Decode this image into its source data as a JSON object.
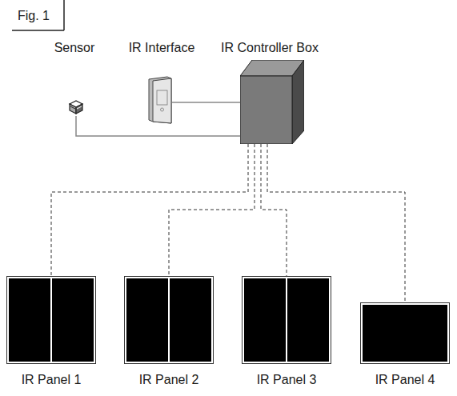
{
  "diagram": {
    "nodes": [
      {
        "text": [
          "Sensor"
        ]
      },
      {
        "text": [
          "IR Interface"
        ]
      },
      {
        "text": [
          "IR Controller Box"
        ]
      },
      {
        "text": [
          "IR Panel 1"
        ]
      },
      {
        "text": [
          "IR Panel 2"
        ]
      },
      {
        "text": [
          "IR Panel 3"
        ]
      },
      {
        "text": [
          "IR Panel 4"
        ]
      }
    ],
    "edges": [
      {
        "from": 0,
        "to": 2,
        "arrow": "none"
      },
      {
        "from": 1,
        "to": 2,
        "arrow": "none"
      },
      {
        "from": 2,
        "to": 3,
        "arrow": "none"
      },
      {
        "from": 2,
        "to": 4,
        "arrow": "none"
      },
      {
        "from": 2,
        "to": 5,
        "arrow": "none"
      },
      {
        "from": 2,
        "to": 6,
        "arrow": "none"
      }
    ],
    "labels": [
      "Fig. 1"
    ]
  }
}
